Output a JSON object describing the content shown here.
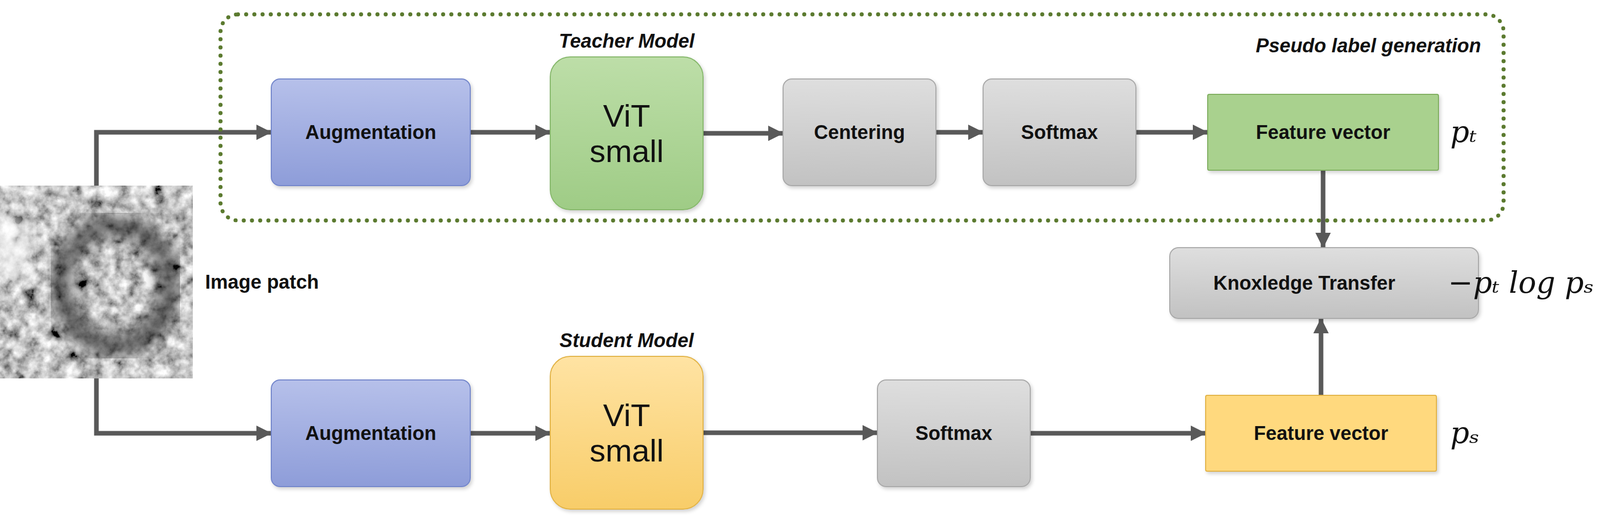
{
  "diagram": {
    "nodes": [
      {
        "text": [
          "Pseudo label generation"
        ]
      },
      {
        "text": [
          "Augmentation"
        ],
        "in": 0
      },
      {
        "text": [
          "Teacher Model",
          "ViT small"
        ],
        "in": 0
      },
      {
        "text": [
          "Centering"
        ],
        "in": 0
      },
      {
        "text": [
          "Softmax"
        ],
        "in": 0
      },
      {
        "text": [
          "Feature vector"
        ],
        "in": 0
      },
      {
        "text": [
          "Image patch"
        ]
      },
      {
        "text": [
          "Knoxledge Transfer"
        ]
      },
      {
        "text": [
          "Augmentation"
        ]
      },
      {
        "text": [
          "Student Model",
          "ViT small"
        ]
      },
      {
        "text": [
          "Softmax"
        ]
      },
      {
        "text": [
          "Feature vector"
        ]
      }
    ],
    "edges": [
      {
        "from": 6,
        "to": 1,
        "arrow": "to"
      },
      {
        "from": 1,
        "to": 2,
        "arrow": "to"
      },
      {
        "from": 2,
        "to": 3,
        "arrow": "to"
      },
      {
        "from": 3,
        "to": 4,
        "arrow": "to"
      },
      {
        "from": 4,
        "to": 5,
        "arrow": "to"
      },
      {
        "from": 5,
        "to": 7,
        "arrow": "to"
      },
      {
        "from": 6,
        "to": 8,
        "arrow": "to"
      },
      {
        "from": 8,
        "to": 9,
        "arrow": "to"
      },
      {
        "from": 9,
        "to": 10,
        "arrow": "to"
      },
      {
        "from": 10,
        "to": 11,
        "arrow": "to"
      },
      {
        "from": 11,
        "to": 7,
        "arrow": "to"
      }
    ],
    "labels": [
      "pₜ",
      "−pₜ log pₛ",
      "pₛ"
    ]
  }
}
